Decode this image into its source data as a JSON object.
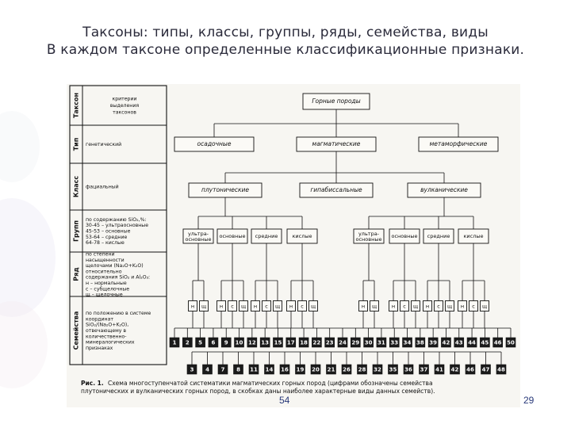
{
  "slide": {
    "title_line1": "Таксоны: типы, классы, группы, ряды, семейства, виды",
    "title_line2": "В каждом таксоне определенные классификационные признаки.",
    "page_left": "54",
    "page_right": "29"
  },
  "diagram": {
    "rows": [
      {
        "header": "Таксон",
        "criterion": [
          "критерии",
          "выделения",
          "таксонов"
        ]
      },
      {
        "header": "Тип",
        "criterion": [
          "генетический"
        ]
      },
      {
        "header": "Класс",
        "criterion": [
          "фациальный"
        ]
      },
      {
        "header": "Групп",
        "criterion": [
          "по содержанию SiO₂,%:",
          "30-45 – ультраосновные",
          "45-53 – основные",
          "53-64 – средние",
          "64-78 – кислые"
        ]
      },
      {
        "header": "Ряд",
        "criterion": [
          "по степени",
          "насыщенности",
          "щелочами (Na₂O+K₂O)",
          "относительно",
          "содержания SiO₂ и Al₂O₃:",
          "н – нормальные",
          "с – субщелочные",
          "щ – щелочные"
        ]
      },
      {
        "header": "Семейства",
        "criterion": [
          "по положению в системе",
          "координат",
          "SiO₂/(Na₂O+K₂O),",
          "отвечающему в",
          "количественно-",
          "минералогических",
          "признаках"
        ]
      }
    ],
    "root": "Горные породы",
    "types": [
      "осадочные",
      "магматические",
      "метаморфические"
    ],
    "classes": [
      "плутонические",
      "гипабиссальные",
      "вулканические"
    ],
    "groups": [
      "ультра-основные",
      "основные",
      "средние",
      "кислые",
      "ультра-основные",
      "основные",
      "средние",
      "кислые"
    ],
    "series": [
      "н",
      "щ",
      "н",
      "с",
      "щ",
      "н",
      "с",
      "щ",
      "н",
      "с",
      "щ",
      "н",
      "щ",
      "н",
      "с",
      "щ",
      "н",
      "с",
      "щ",
      "н",
      "с",
      "щ"
    ],
    "families_top": [
      "1",
      "2",
      "5",
      "6",
      "9",
      "10",
      "12",
      "13",
      "15",
      "17",
      "18",
      "22",
      "23",
      "24",
      "29",
      "30",
      "31",
      "33",
      "34",
      "38",
      "39",
      "42",
      "43",
      "44",
      "45",
      "46",
      "50"
    ],
    "families_bottom": [
      "3",
      "4",
      "7",
      "8",
      "11",
      "14",
      "16",
      "19",
      "20",
      "21",
      "26",
      "28",
      "32",
      "35",
      "36",
      "37",
      "41",
      "42",
      "46",
      "47",
      "48"
    ],
    "caption_bold": "Рис. 1.",
    "caption_line1": "Схема многоступенчатой систематики магматических горных пород (цифрами обозначены семейства",
    "caption_line2": "плутонических и вулканических горных пород, в скобках даны наиболее характерные виды данных семейств)."
  }
}
